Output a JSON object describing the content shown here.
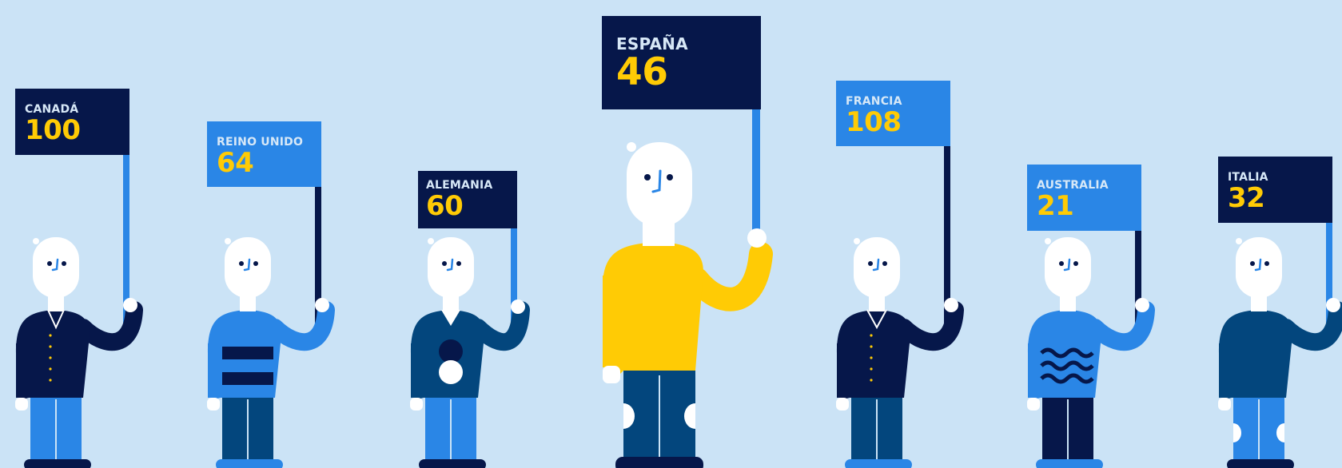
{
  "colors": {
    "background": "#CBE3F6",
    "navy": "#06174A",
    "blue": "#2A86E6",
    "teal": "#03467D",
    "yellow": "#FFCB05",
    "white": "#FFFFFF"
  },
  "countries": [
    {
      "id": "canada",
      "name": "CANADÁ",
      "value": "100",
      "sign_color": "navy",
      "pole_color": "blue"
    },
    {
      "id": "uk",
      "name": "REINO UNIDO",
      "value": "64",
      "sign_color": "blue",
      "pole_color": "navy"
    },
    {
      "id": "germany",
      "name": "ALEMANIA",
      "value": "60",
      "sign_color": "navy",
      "pole_color": "blue"
    },
    {
      "id": "spain",
      "name": "ESPAÑA",
      "value": "46",
      "sign_color": "navy",
      "pole_color": "blue"
    },
    {
      "id": "france",
      "name": "FRANCIA",
      "value": "108",
      "sign_color": "blue",
      "pole_color": "navy"
    },
    {
      "id": "australia",
      "name": "AUSTRALIA",
      "value": "21",
      "sign_color": "blue",
      "pole_color": "navy"
    },
    {
      "id": "italy",
      "name": "ITALIA",
      "value": "32",
      "sign_color": "navy",
      "pole_color": "blue"
    }
  ]
}
